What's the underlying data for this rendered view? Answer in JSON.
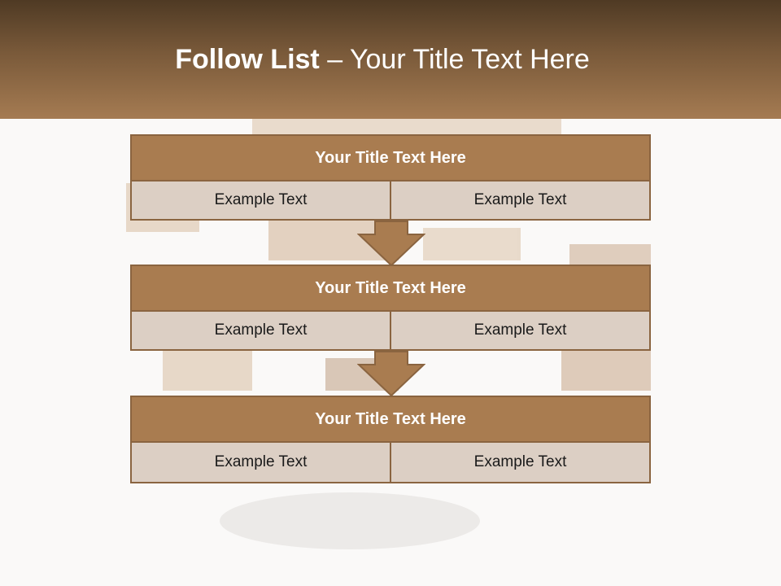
{
  "header": {
    "title_bold": "Follow List",
    "title_rest": " – Your Title Text Here"
  },
  "steps": [
    {
      "title": "Your Title Text Here",
      "left": "Example Text",
      "right": "Example Text"
    },
    {
      "title": "Your Title Text Here",
      "left": "Example Text",
      "right": "Example Text"
    },
    {
      "title": "Your Title Text Here",
      "left": "Example Text",
      "right": "Example Text"
    }
  ],
  "colors": {
    "header_dark": "#4f3a24",
    "header_light": "#a57b52",
    "box_title": "#a97c50",
    "box_cell": "#dccfc4",
    "border": "#8a6440"
  }
}
